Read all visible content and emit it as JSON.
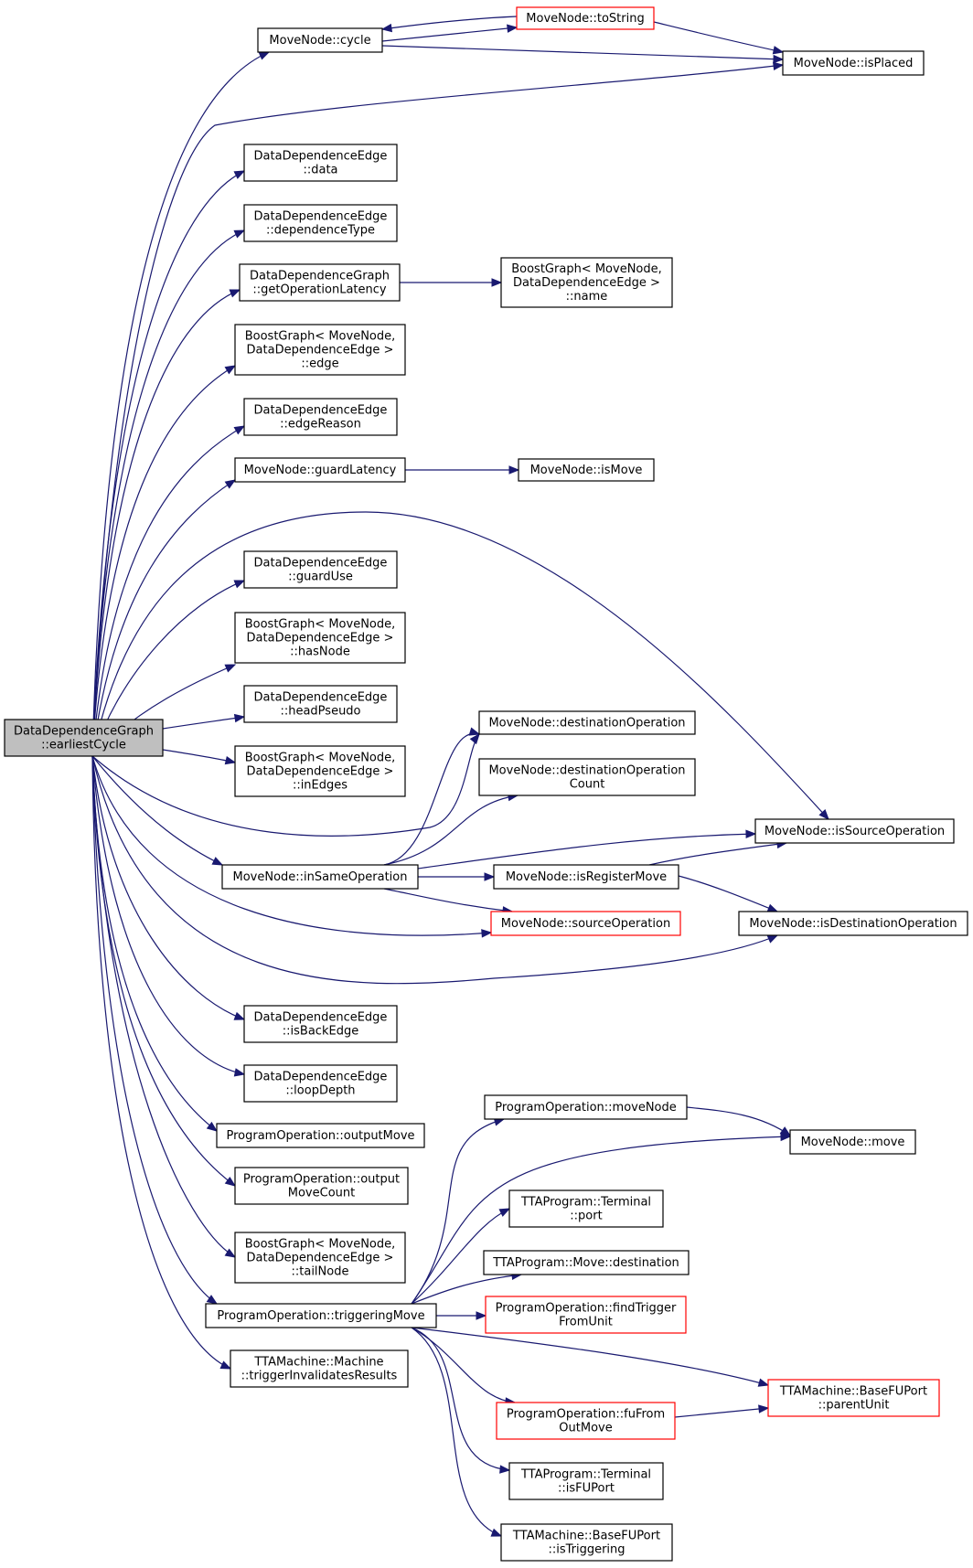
{
  "colors": {
    "edge": "#191970",
    "node_border": "#000000",
    "node_border_truncated": "#ff0000",
    "root_fill": "#bfbfbf",
    "node_fill": "#ffffff"
  },
  "nodes": [
    {
      "id": "root",
      "lines": [
        "DataDependenceGraph",
        "::earliestCycle"
      ],
      "root": true
    },
    {
      "id": "cycle",
      "lines": [
        "MoveNode::cycle"
      ]
    },
    {
      "id": "toString",
      "lines": [
        "MoveNode::toString"
      ],
      "truncated": true
    },
    {
      "id": "isPlaced",
      "lines": [
        "MoveNode::isPlaced"
      ]
    },
    {
      "id": "data",
      "lines": [
        "DataDependenceEdge",
        "::data"
      ]
    },
    {
      "id": "depType",
      "lines": [
        "DataDependenceEdge",
        "::dependenceType"
      ]
    },
    {
      "id": "getOpLat",
      "lines": [
        "DataDependenceGraph",
        "::getOperationLatency"
      ]
    },
    {
      "id": "bgName",
      "lines": [
        "BoostGraph< MoveNode,",
        "DataDependenceEdge >",
        "::name"
      ]
    },
    {
      "id": "bgEdge",
      "lines": [
        "BoostGraph< MoveNode,",
        "DataDependenceEdge >",
        "::edge"
      ]
    },
    {
      "id": "edgeReason",
      "lines": [
        "DataDependenceEdge",
        "::edgeReason"
      ]
    },
    {
      "id": "guardLatency",
      "lines": [
        "MoveNode::guardLatency"
      ]
    },
    {
      "id": "isMove",
      "lines": [
        "MoveNode::isMove"
      ]
    },
    {
      "id": "guardUse",
      "lines": [
        "DataDependenceEdge",
        "::guardUse"
      ]
    },
    {
      "id": "hasNode",
      "lines": [
        "BoostGraph< MoveNode,",
        "DataDependenceEdge >",
        "::hasNode"
      ]
    },
    {
      "id": "headPseudo",
      "lines": [
        "DataDependenceEdge",
        "::headPseudo"
      ]
    },
    {
      "id": "inEdges",
      "lines": [
        "BoostGraph< MoveNode,",
        "DataDependenceEdge >",
        "::inEdges"
      ]
    },
    {
      "id": "destOp",
      "lines": [
        "MoveNode::destinationOperation"
      ]
    },
    {
      "id": "destOpCount",
      "lines": [
        "MoveNode::destinationOperation",
        "Count"
      ]
    },
    {
      "id": "isSourceOp",
      "lines": [
        "MoveNode::isSourceOperation"
      ]
    },
    {
      "id": "inSameOp",
      "lines": [
        "MoveNode::inSameOperation"
      ]
    },
    {
      "id": "isRegMove",
      "lines": [
        "MoveNode::isRegisterMove"
      ]
    },
    {
      "id": "srcOp",
      "lines": [
        "MoveNode::sourceOperation"
      ],
      "truncated": true
    },
    {
      "id": "isDestOp",
      "lines": [
        "MoveNode::isDestinationOperation"
      ]
    },
    {
      "id": "isBackEdge",
      "lines": [
        "DataDependenceEdge",
        "::isBackEdge"
      ]
    },
    {
      "id": "loopDepth",
      "lines": [
        "DataDependenceEdge",
        "::loopDepth"
      ]
    },
    {
      "id": "outputMove",
      "lines": [
        "ProgramOperation::outputMove"
      ]
    },
    {
      "id": "outputMoveCount",
      "lines": [
        "ProgramOperation::output",
        "MoveCount"
      ]
    },
    {
      "id": "tailNode",
      "lines": [
        "BoostGraph< MoveNode,",
        "DataDependenceEdge >",
        "::tailNode"
      ]
    },
    {
      "id": "trigMove",
      "lines": [
        "ProgramOperation::triggeringMove"
      ]
    },
    {
      "id": "trigInval",
      "lines": [
        "TTAMachine::Machine",
        "::triggerInvalidatesResults"
      ]
    },
    {
      "id": "moveNode",
      "lines": [
        "ProgramOperation::moveNode"
      ]
    },
    {
      "id": "mnMove",
      "lines": [
        "MoveNode::move"
      ]
    },
    {
      "id": "termPort",
      "lines": [
        "TTAProgram::Terminal",
        "::port"
      ]
    },
    {
      "id": "moveDest",
      "lines": [
        "TTAProgram::Move::destination"
      ]
    },
    {
      "id": "findTrig",
      "lines": [
        "ProgramOperation::findTrigger",
        "FromUnit"
      ],
      "truncated": true
    },
    {
      "id": "parentUnit",
      "lines": [
        "TTAMachine::BaseFUPort",
        "::parentUnit"
      ],
      "truncated": true
    },
    {
      "id": "fuFromOut",
      "lines": [
        "ProgramOperation::fuFrom",
        "OutMove"
      ],
      "truncated": true
    },
    {
      "id": "isFUPort",
      "lines": [
        "TTAProgram::Terminal",
        "::isFUPort"
      ]
    },
    {
      "id": "isTrig",
      "lines": [
        "TTAMachine::BaseFUPort",
        "::isTriggering"
      ]
    }
  ]
}
